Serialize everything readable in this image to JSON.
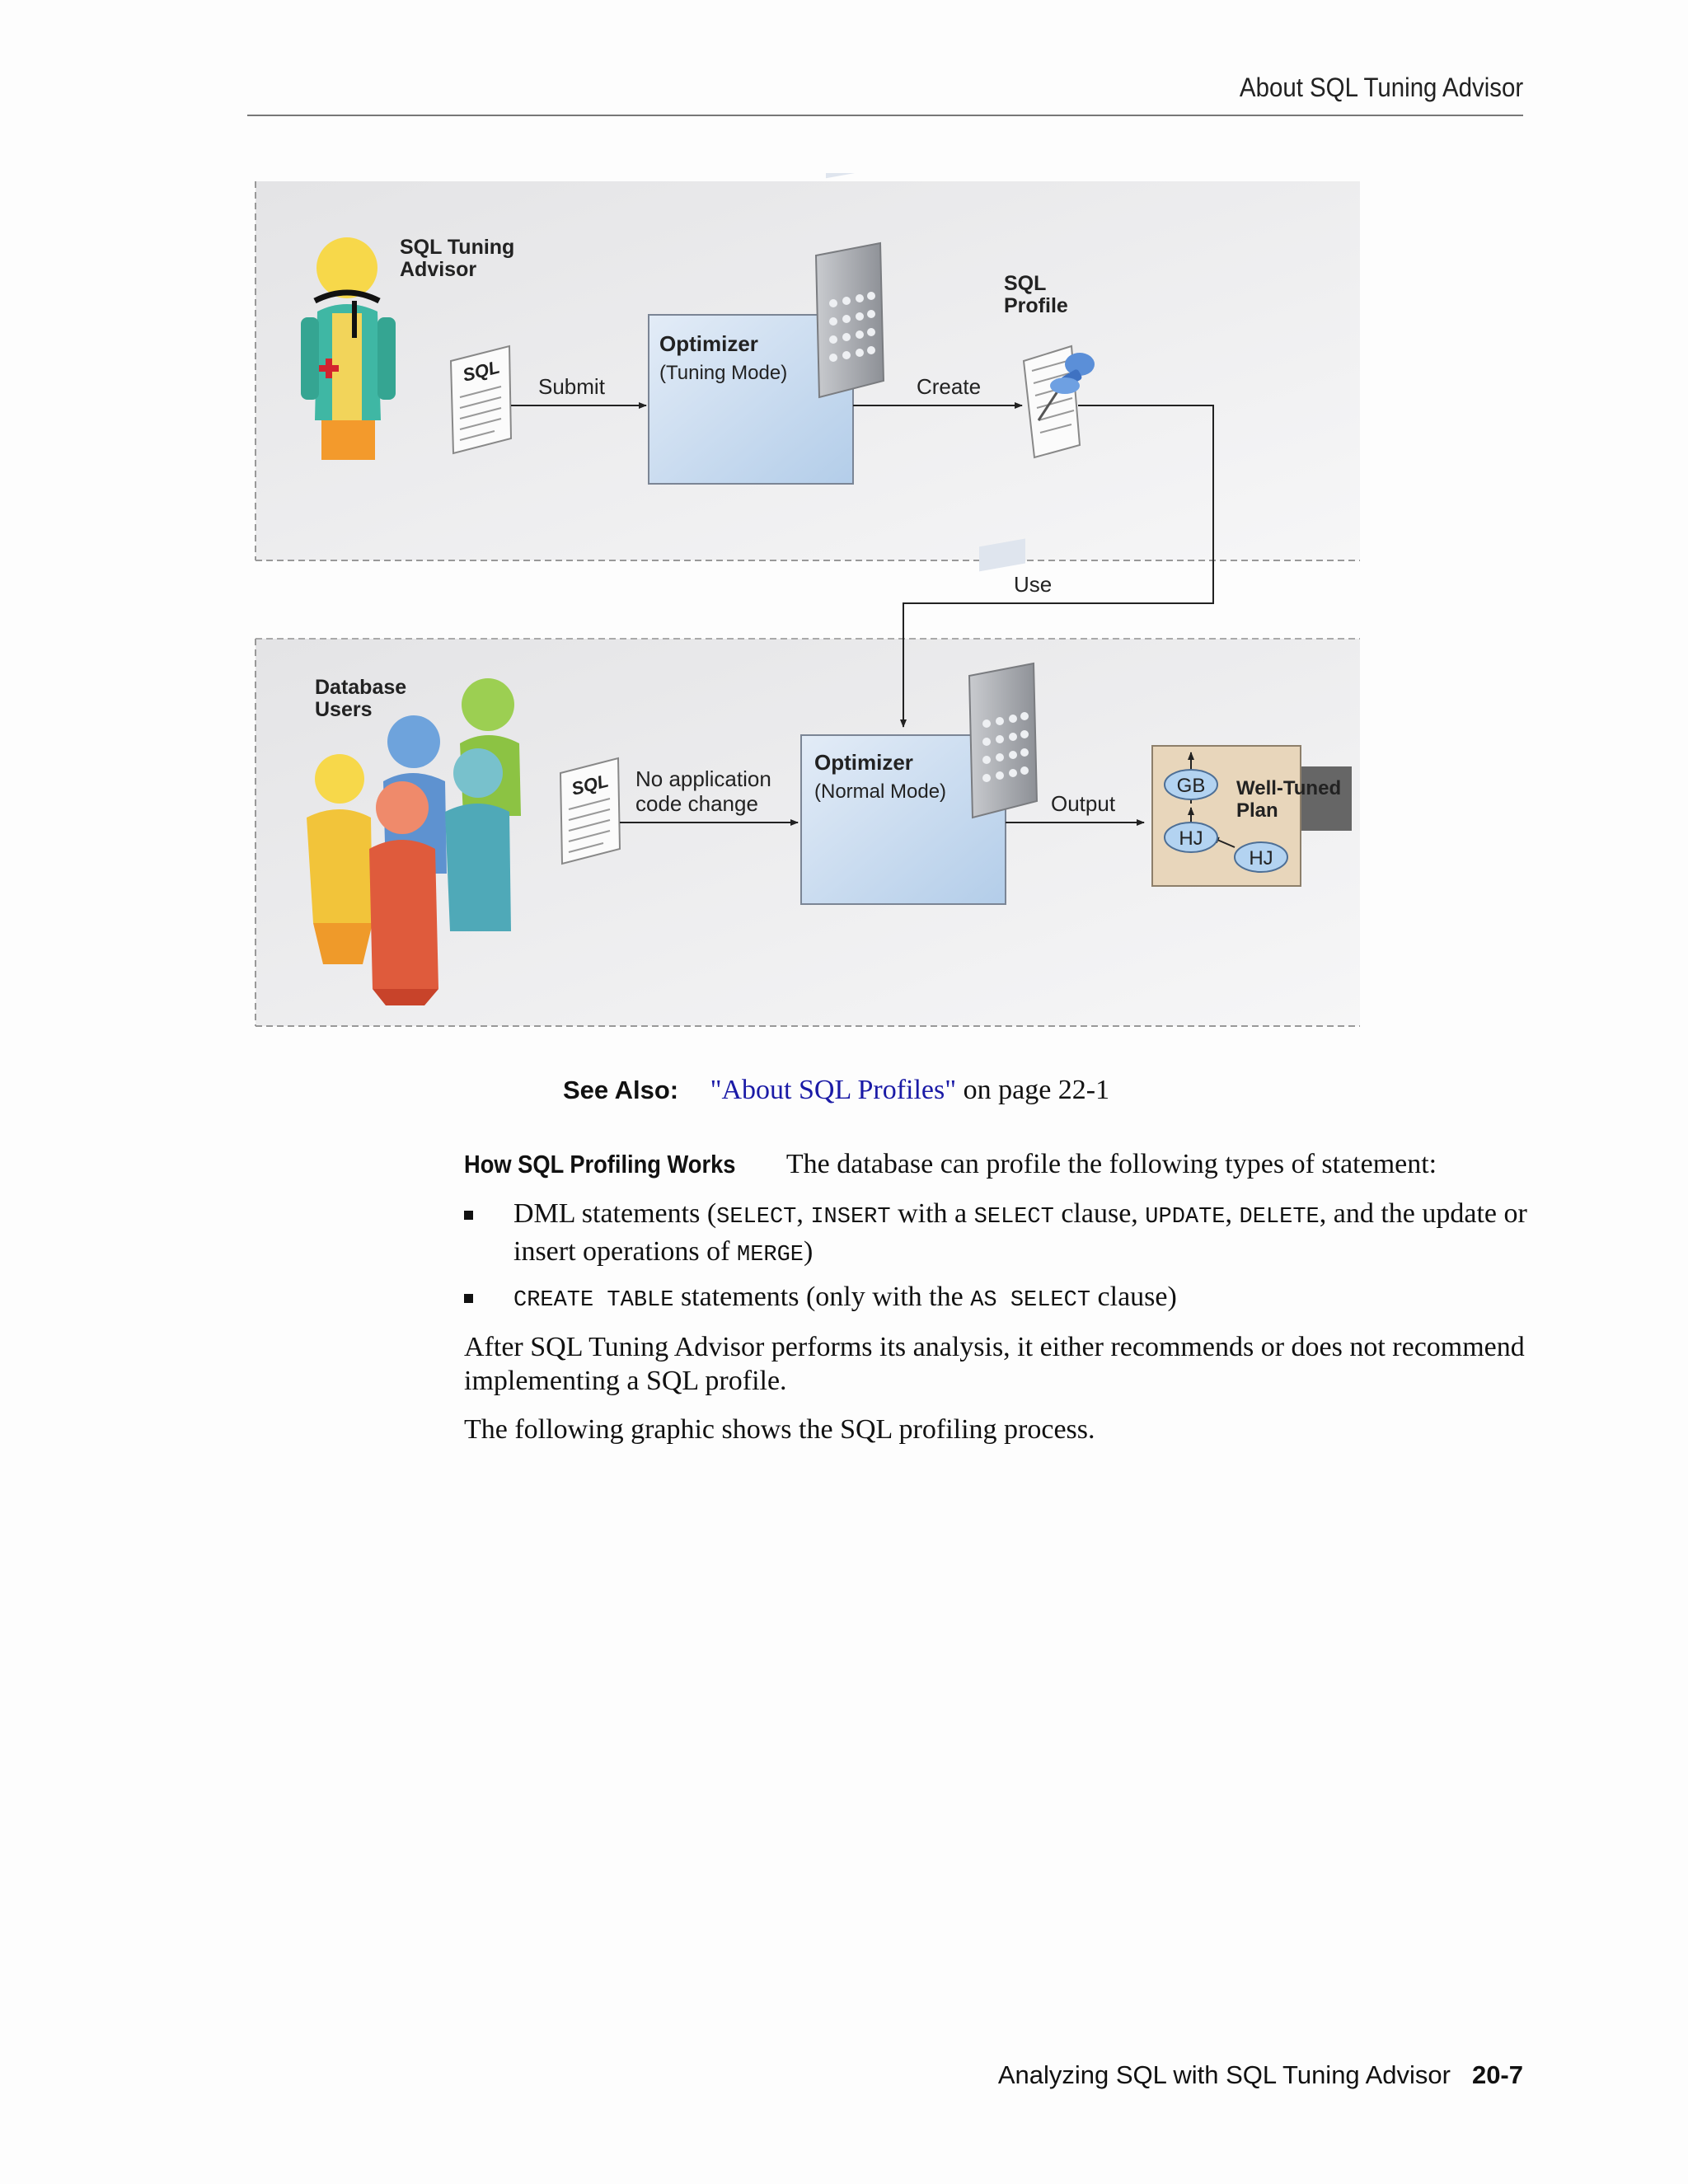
{
  "header": {
    "running_title": "About SQL Tuning Advisor"
  },
  "diagram": {
    "advisor_label_1": "SQL Tuning",
    "advisor_label_2": "Advisor",
    "sql_doc_label": "SQL",
    "submit_label": "Submit",
    "optimizer_title": "Optimizer",
    "tuning_mode": "(Tuning Mode)",
    "create_label": "Create",
    "profile_label_1": "SQL",
    "profile_label_2": "Profile",
    "use_label": "Use",
    "users_label_1": "Database",
    "users_label_2": "Users",
    "sql_doc_label_2": "SQL",
    "no_change_1": "No application",
    "no_change_2": "code change",
    "optimizer_title_2": "Optimizer",
    "normal_mode": "(Normal Mode)",
    "output_label": "Output",
    "node_gb": "GB",
    "node_hj_1": "HJ",
    "node_hj_2": "HJ",
    "plan_label_1": "Well-Tuned",
    "plan_label_2": "Plan"
  },
  "see_also": {
    "label": "See Also:",
    "link": "\"About SQL Profiles\"",
    "suffix": " on page 22-1"
  },
  "section": {
    "runin": "How SQL Profiling Works",
    "intro": "The database can profile the following types of statement:",
    "bullet1": {
      "t1": "DML statements (",
      "c1": "SELECT",
      "t2": ", ",
      "c2": "INSERT",
      "t3": " with a ",
      "c3": "SELECT",
      "t4": " clause, ",
      "c4": "UPDATE",
      "t5": ", ",
      "c5": "DELETE",
      "t6": ", and the update or insert operations of ",
      "c6": "MERGE",
      "t7": ")"
    },
    "bullet2": {
      "c1": "CREATE TABLE",
      "t1": " statements (only with the ",
      "c2": "AS SELECT",
      "t2": " clause)"
    },
    "para1": "After SQL Tuning Advisor performs its analysis, it either recommends or does not recommend implementing a SQL profile.",
    "para2": "The following graphic shows the SQL profiling process."
  },
  "footer": {
    "chapter": "Analyzing SQL with SQL Tuning Advisor",
    "page": "20-7"
  }
}
